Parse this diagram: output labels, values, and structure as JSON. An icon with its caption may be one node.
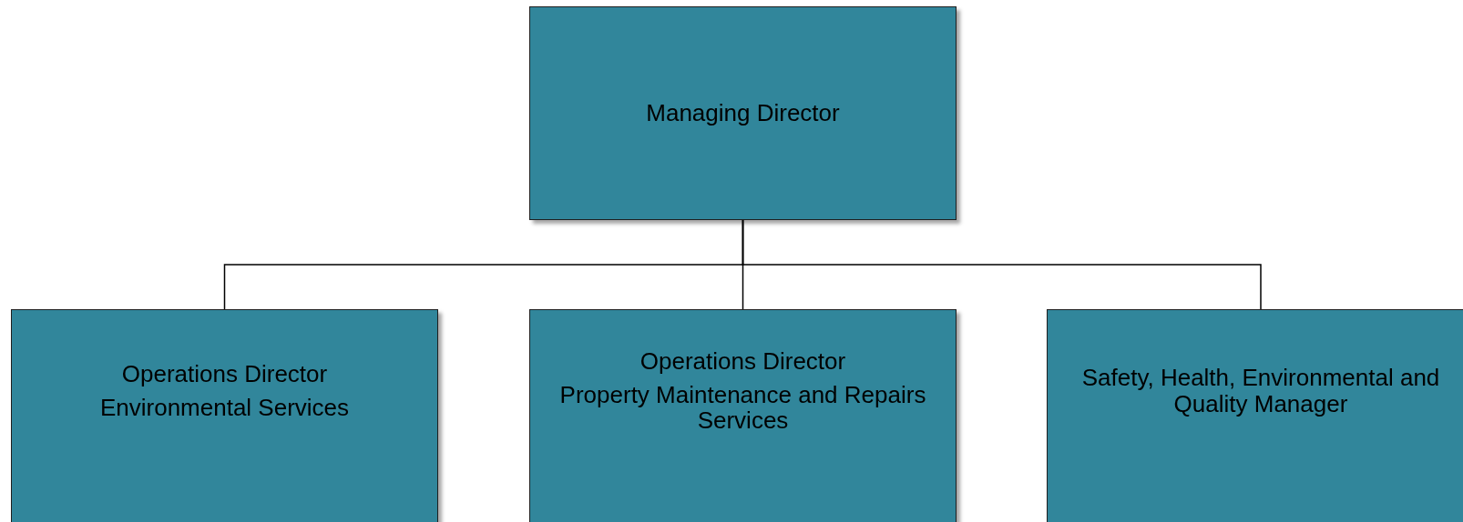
{
  "diagram": {
    "nodes": [
      {
        "text": [
          "Managing Director"
        ]
      },
      {
        "text": [
          "Operations Director",
          "Environmental Services"
        ]
      },
      {
        "text": [
          "Operations Director",
          "Property Maintenance and Repairs Services"
        ]
      },
      {
        "text": [
          "Safety, Health, Environmental and Quality Manager"
        ]
      }
    ],
    "edges": [
      {
        "from": 0,
        "to": 1,
        "arrow": "none"
      },
      {
        "from": 0,
        "to": 2,
        "arrow": "none"
      },
      {
        "from": 0,
        "to": 3,
        "arrow": "none"
      }
    ]
  }
}
